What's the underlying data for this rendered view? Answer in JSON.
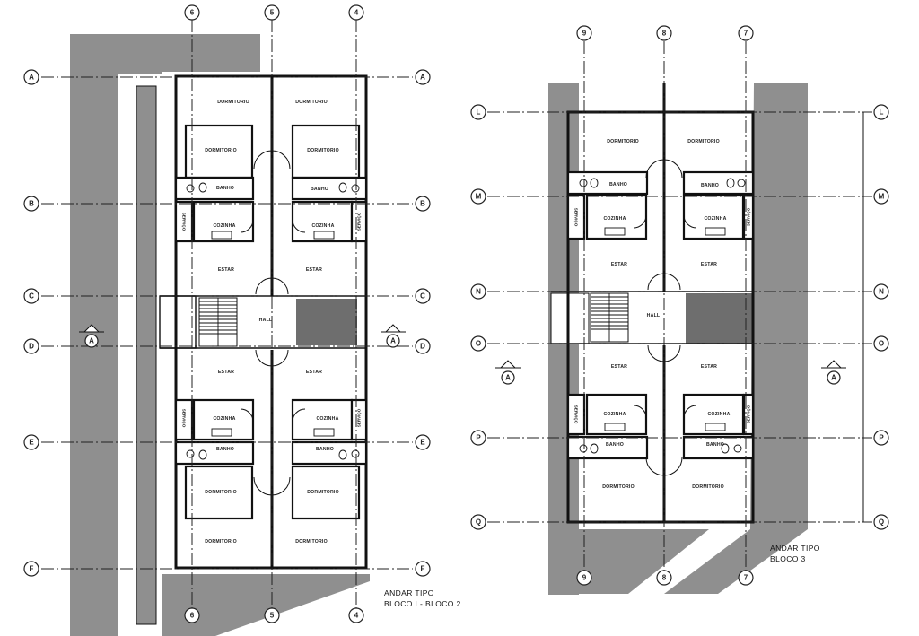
{
  "left_plan": {
    "title_line1": "ANDAR TIPO",
    "title_line2": "BLOCO I - BLOCO 2",
    "axes_vertical_top": [
      "6",
      "5",
      "4"
    ],
    "axes_vertical_bottom": [
      "6",
      "5",
      "4"
    ],
    "axes_horizontal": [
      "A",
      "B",
      "C",
      "D",
      "E",
      "F"
    ],
    "section_marker": "A",
    "rooms": {
      "dormitorio": "DORMITORIO",
      "banho": "BANHO",
      "cozinha": "COZINHA",
      "servico": "SERVIÇO",
      "estar": "ESTAR",
      "hall": "HALL"
    }
  },
  "right_plan": {
    "title_line1": "ANDAR TIPO",
    "title_line2": "BLOCO 3",
    "axes_vertical_top": [
      "9",
      "8",
      "7"
    ],
    "axes_vertical_bottom": [
      "9",
      "8",
      "7"
    ],
    "axes_horizontal": [
      "L",
      "M",
      "N",
      "O",
      "P",
      "Q"
    ],
    "section_marker": "A",
    "rooms": {
      "dormitorio": "DORMITORIO",
      "banho": "BANHO",
      "cozinha": "COZINHA",
      "servico": "SERVIÇO",
      "estar": "ESTAR",
      "hall": "HALL"
    }
  }
}
